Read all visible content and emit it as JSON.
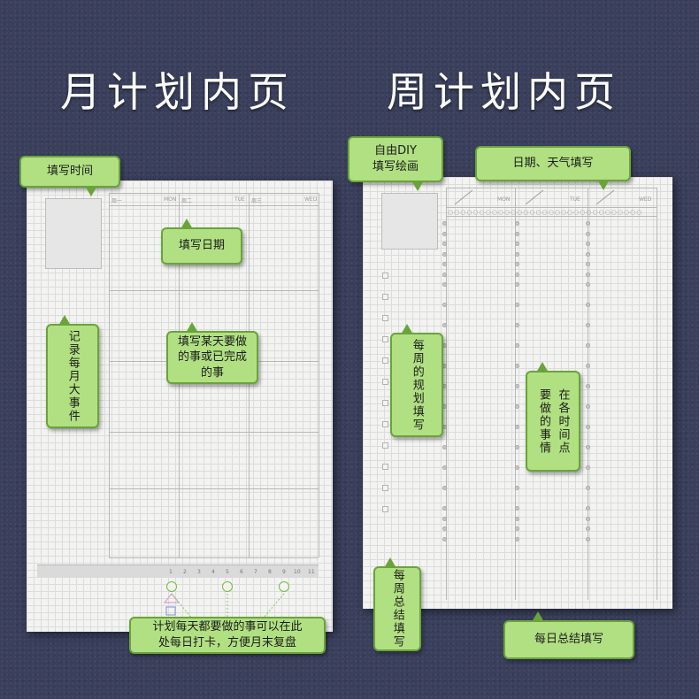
{
  "titles": {
    "monthly": "月计划内页",
    "weekly": "周计划内页"
  },
  "monthly_page": {
    "week_headers": [
      "周一",
      "MON",
      "周二",
      "TUE",
      "周三",
      "WED"
    ],
    "tracker_numbers": [
      "1",
      "2",
      "3",
      "4",
      "5",
      "6",
      "7",
      "8",
      "9",
      "10",
      "11"
    ]
  },
  "weekly_page": {
    "week_headers": [
      "MON",
      "TUE",
      "WED"
    ]
  },
  "callouts": {
    "fill_time": "填写时间",
    "fill_date": "填写日期",
    "monthly_events": "记录每月大事件",
    "daily_todo": "填写某天要做\n的事或已完成\n的事",
    "habit_tracker": "计划每天都要做的事可以在此\n处每日打卡，方便月末复盘",
    "diy_drawing": "自由DIY\n填写绘画",
    "date_weather": "日期、天气填写",
    "weekly_plan": "每周的规划填写",
    "time_tasks_col1": "要做的事情",
    "time_tasks_col2": "在各时间点",
    "weekly_summary": "每周总结填写",
    "daily_summary": "每日总结填写"
  },
  "colors": {
    "background": "#3a3f5c",
    "callout_fill": "#b1e082",
    "callout_border": "#6aa33a",
    "page": "#f3f3f1"
  }
}
